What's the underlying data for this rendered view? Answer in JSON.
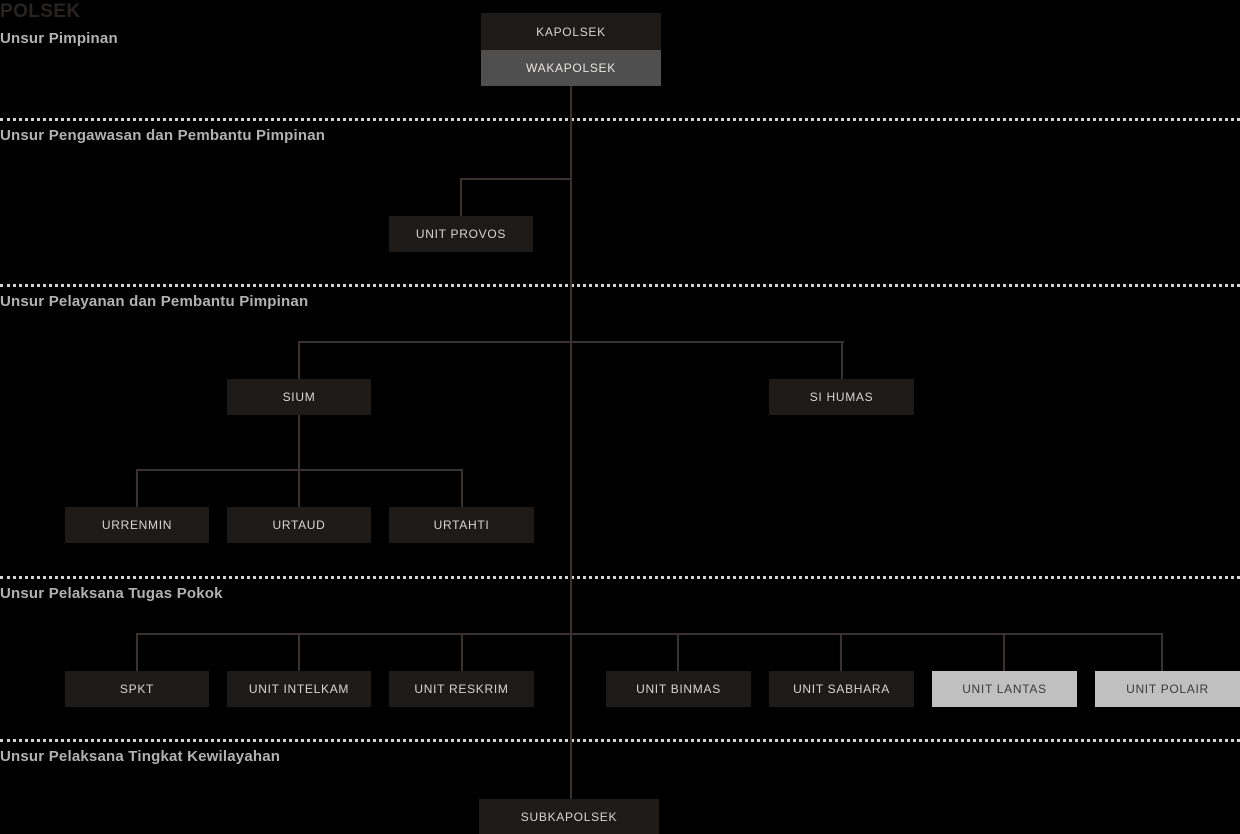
{
  "document": {
    "title": "POLSEK"
  },
  "colors": {
    "background": "#000000",
    "box_dark": "#1e1a18",
    "box_gray": "#4f4f4f",
    "box_light": "#c0c0c0",
    "connector": "#3a322e",
    "divider": "#d5d3d0",
    "section_label": "#b2b2b2",
    "title": "#2a2420",
    "text_on_dark": "#d8d4d0",
    "text_on_light": "#3b3b3b"
  },
  "sections": [
    {
      "label": "Unsur Pimpinan"
    },
    {
      "label": "Unsur Pengawasan dan Pembantu Pimpinan"
    },
    {
      "label": "Unsur Pelayanan dan Pembantu Pimpinan"
    },
    {
      "label": "Unsur Pelaksana Tugas Pokok"
    },
    {
      "label": "Unsur Pelaksana Tingkat Kewilayahan"
    }
  ],
  "nodes": {
    "kapolsek": "KAPOLSEK",
    "wakapolsek": "WAKAPOLSEK",
    "unit_provos": "UNIT PROVOS",
    "sium": "SIUM",
    "si_humas": "SI HUMAS",
    "urrenmin": "URRENMIN",
    "urtaud": "URTAUD",
    "urtahti": "URTAHTI",
    "spkt": "SPKT",
    "unit_intelkam": "UNIT INTELKAM",
    "unit_reskrim": "UNIT RESKRIM",
    "unit_binmas": "UNIT BINMAS",
    "unit_sabhara": "UNIT SABHARA",
    "unit_lantas": "UNIT LANTAS",
    "unit_polair": "UNIT POLAIR",
    "subkapolsek": "SUBKAPOLSEK"
  }
}
